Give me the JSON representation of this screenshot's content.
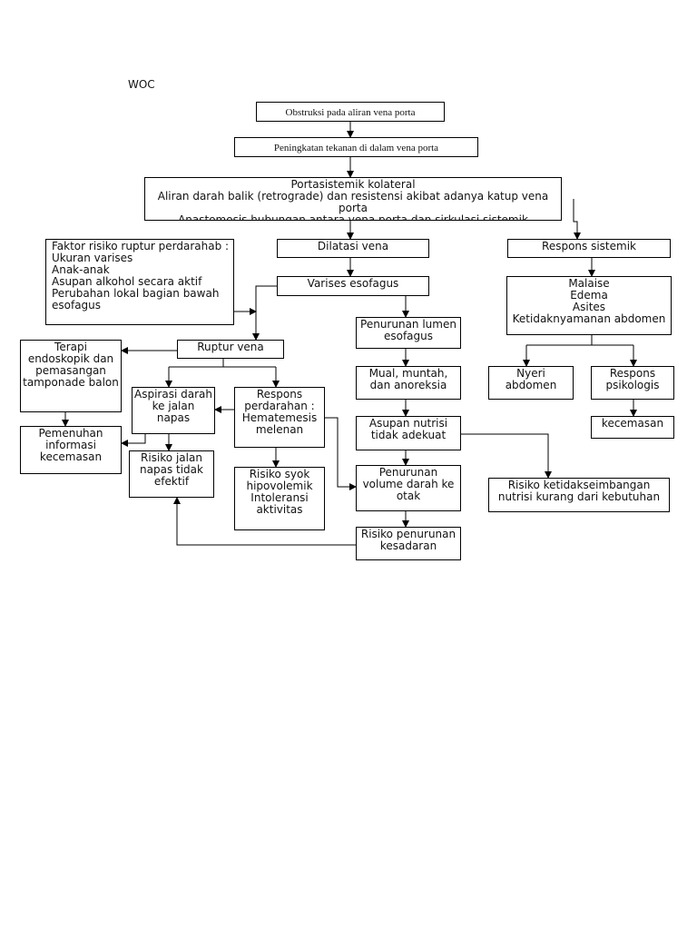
{
  "title": "WOC",
  "nodes": {
    "obstruksi": "Obstruksi pada aliran vena porta",
    "peningkatan": "Peningkatan tekanan di dalam vena porta",
    "portasistemik": "Portasistemik kolateral\nAliran darah balik (retrograde) dan resistensi akibat adanya katup vena porta\nAnastomosis hubungan antara vena porta dan sirkulasi sistemik",
    "faktor_risiko": "Faktor risiko ruptur perdarahab :\nUkuran varises\nAnak-anak\nAsupan alkohol secara aktif\nPerubahan lokal bagian bawah esofagus",
    "dilatasi": "Dilatasi vena",
    "respons_sistemik": "Respons sistemik",
    "varises": "Varises esofagus",
    "malaise": "Malaise\nEdema\nAsites\nKetidaknyamanan abdomen",
    "penurunan_lumen": "Penurunan lumen esofagus",
    "terapi": "Terapi endoskopik dan pemasangan tamponade balon",
    "ruptur": "Ruptur vena",
    "nyeri": "Nyeri abdomen",
    "respons_psikologis": "Respons psikologis",
    "mual": "Mual, muntah, dan anoreksia",
    "aspirasi": "Aspirasi darah ke jalan napas",
    "respons_perdarahan": "Respons perdarahan :\nHematemesis melenan",
    "pemenuhan": "Pemenuhan informasi kecemasan",
    "asupan": "Asupan nutrisi tidak adekuat",
    "kecemasan": "kecemasan",
    "risiko_jalan_napas": "Risiko jalan napas tidak efektif",
    "risiko_syok": "Risiko syok hipovolemik\nIntoleransi aktivitas",
    "penurunan_volume": "Penurunan volume darah ke otak",
    "risiko_nutrisi": "Risiko ketidakseimbangan nutrisi kurang dari kebutuhan",
    "risiko_kesadaran": "Risiko penurunan kesadaran"
  }
}
